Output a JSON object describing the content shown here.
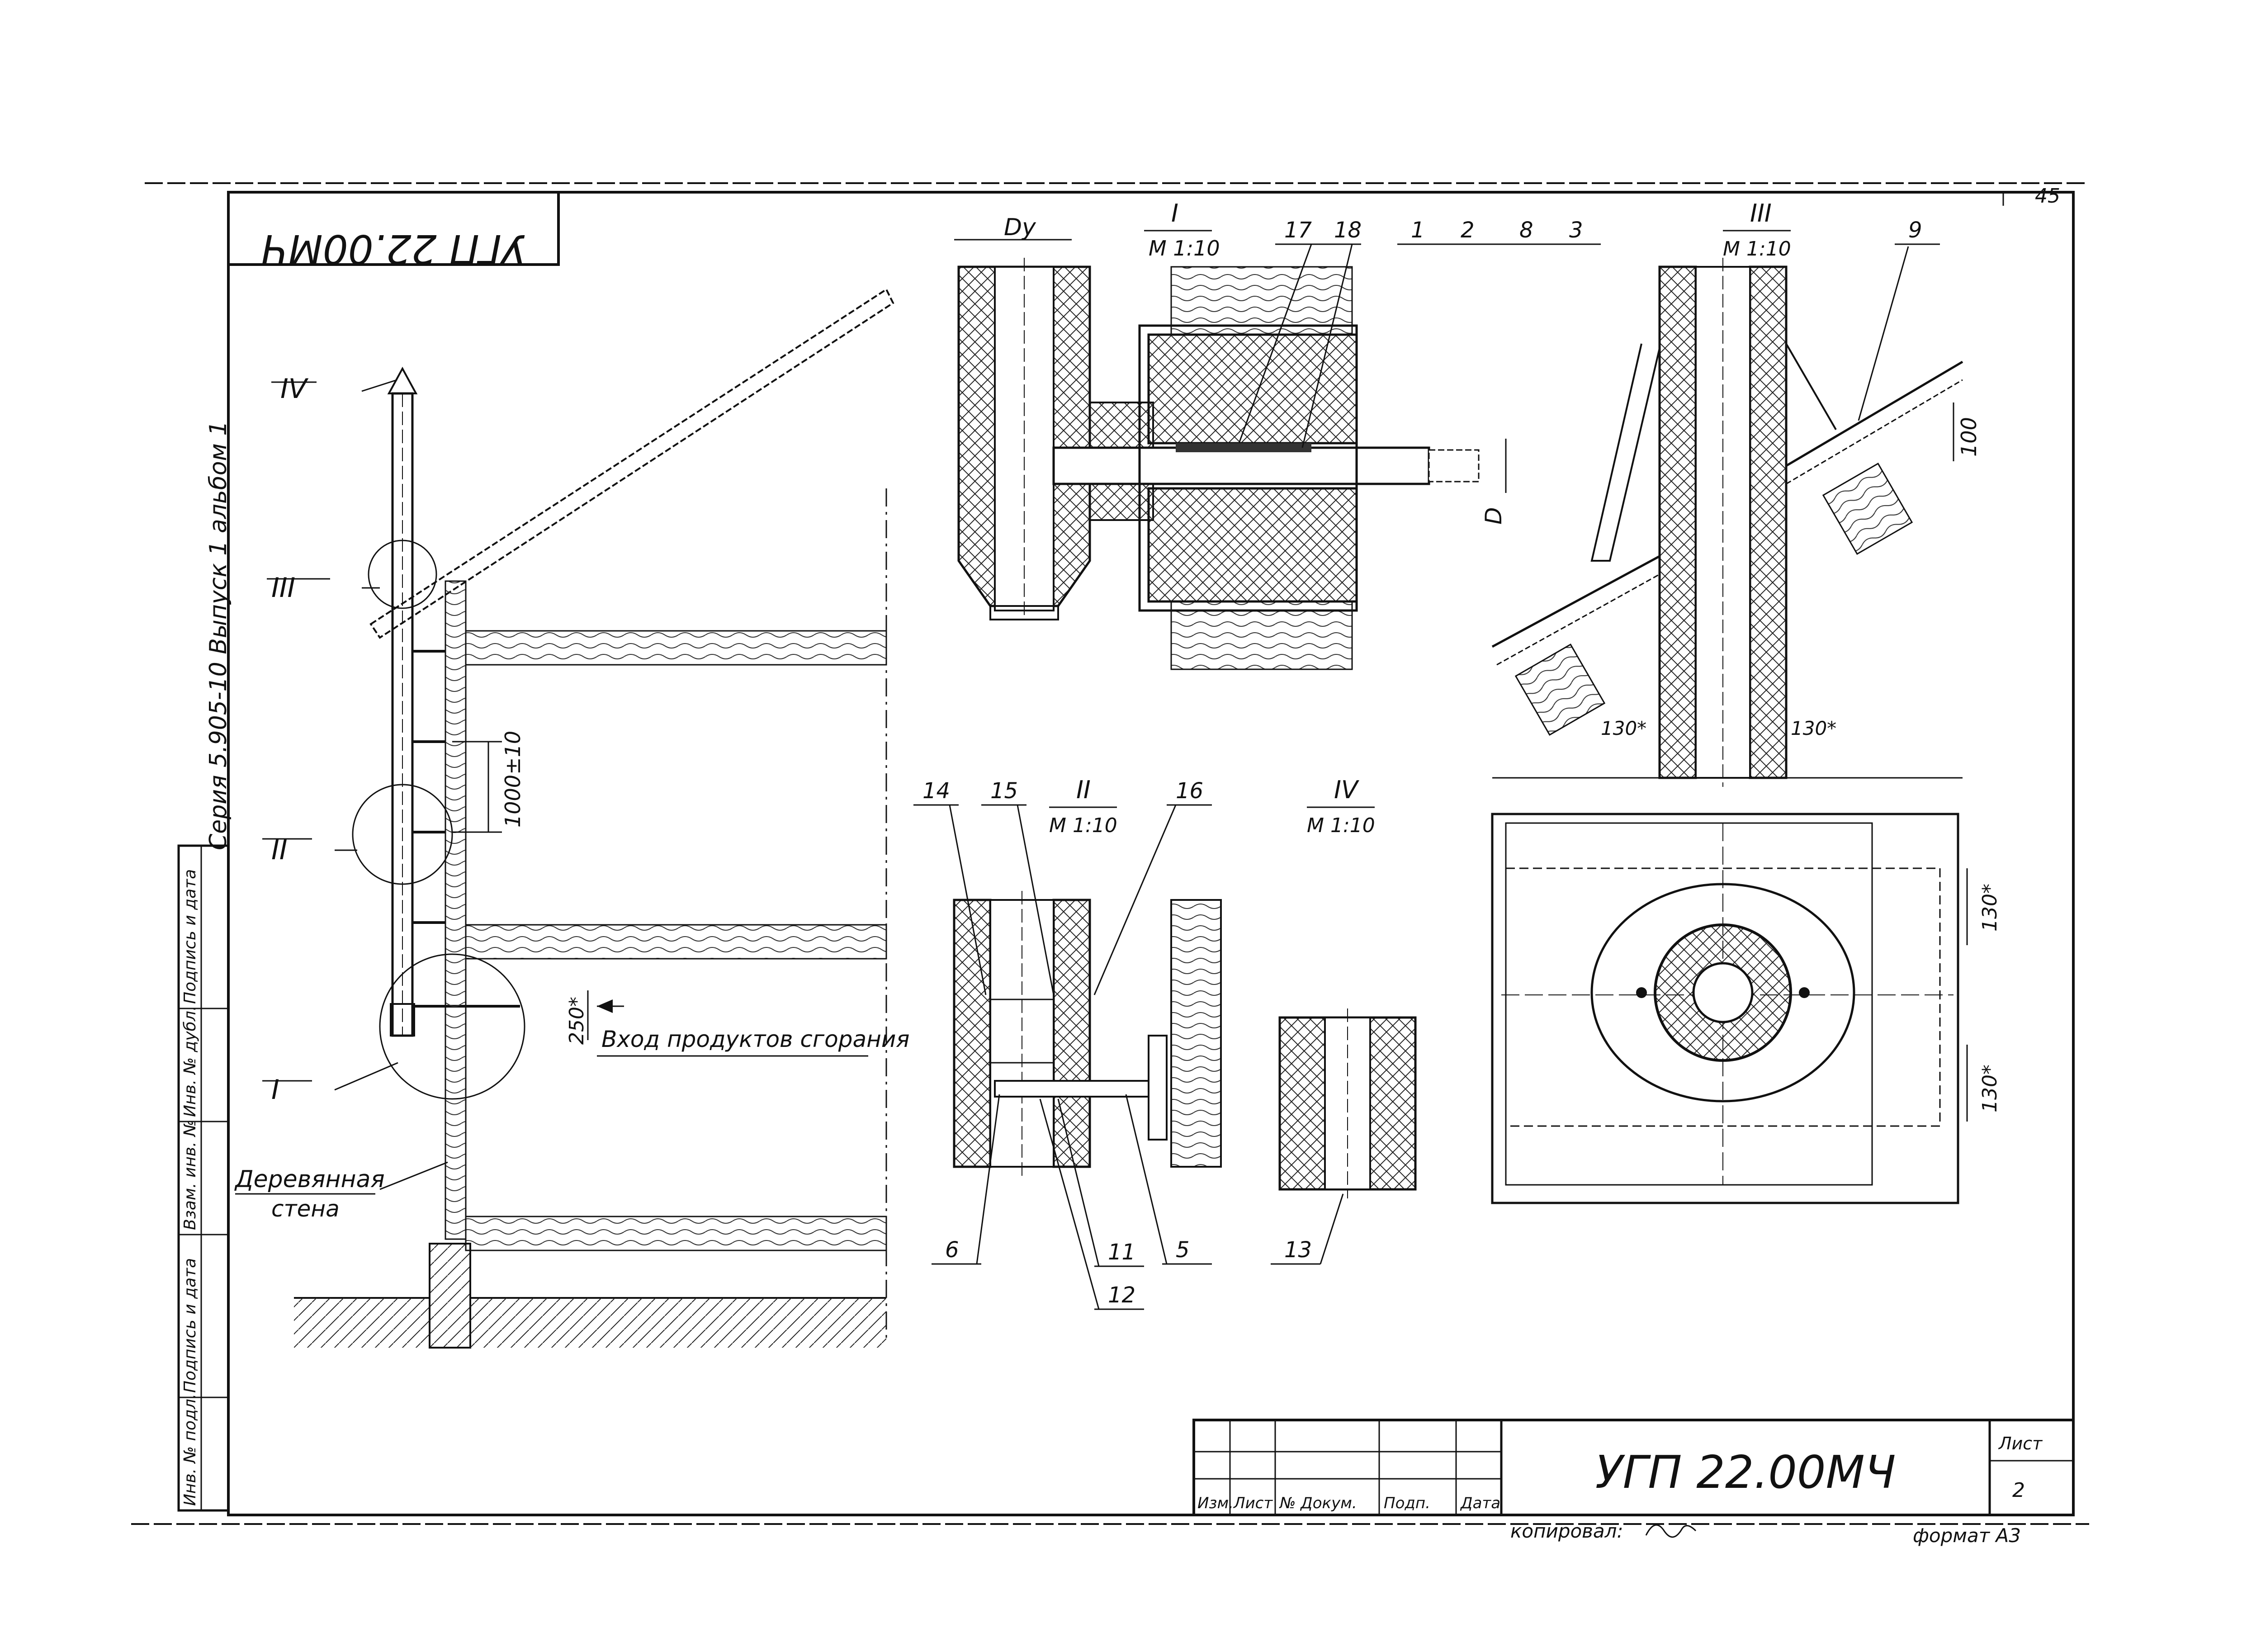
{
  "sheet": {
    "number": "45",
    "designation": "УГП 22.00МЧ",
    "designation_mirrored": "УГП 22.00МЧ",
    "series": "Серия 5.905-10 Выпуск 1 альбом 1",
    "format": "формат А3",
    "copied_by": "копировал:"
  },
  "title_block": {
    "headers": [
      "Изм.",
      "Лист",
      "№ Докум.",
      "Подп.",
      "Дата"
    ],
    "sheet_label": "Лист",
    "sheet_value": "2"
  },
  "side_stamp": [
    "Инв. № подл.",
    "Подпись и дата",
    "Взам. инв. №",
    "Инв. № дубл.",
    "Подпись и дата"
  ],
  "views": {
    "I": {
      "label": "I",
      "scale": "М 1:10",
      "callouts": [
        "17",
        "18",
        "1",
        "2",
        "8",
        "3"
      ]
    },
    "II": {
      "label": "II",
      "scale": "М 1:10",
      "callouts": [
        "14",
        "15",
        "16",
        "6",
        "11",
        "12",
        "5"
      ]
    },
    "III": {
      "label": "III",
      "scale": "М 1:10",
      "callouts": [
        "9"
      ]
    },
    "IV": {
      "label": "IV",
      "scale": "М 1:10",
      "callouts": [
        "13"
      ]
    }
  },
  "dimensions": {
    "dy": "Dy",
    "d": "D",
    "d100": "100",
    "pitch": "1000±10",
    "d250": "250*",
    "d130_left": "130*",
    "d130_right": "130*",
    "d130_top": "130*",
    "d130_bottom": "130*"
  },
  "labels": {
    "inlet": "Вход продуктов сгорания",
    "wall_line1": "Деревянная",
    "wall_line2": "стена",
    "node_I": "I",
    "node_II": "II",
    "node_III": "III",
    "node_IV": "IV"
  }
}
